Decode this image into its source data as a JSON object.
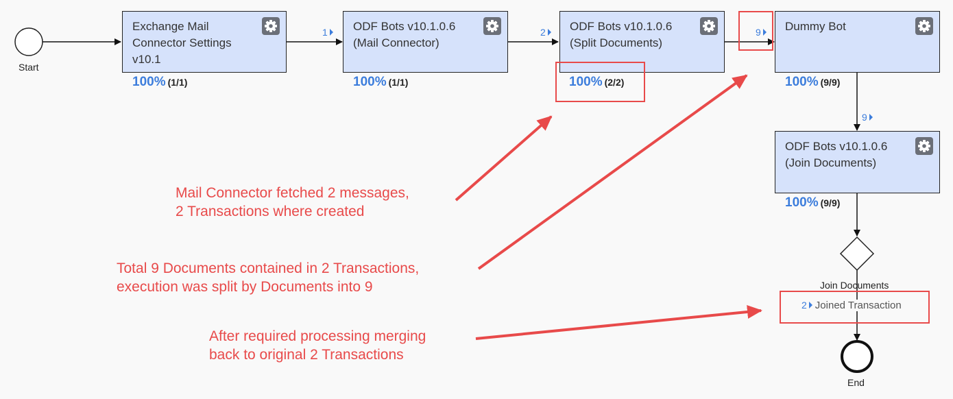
{
  "events": {
    "start_label": "Start",
    "end_label": "End"
  },
  "nodes": [
    {
      "title_lines": [
        "Exchange Mail",
        "Connector Settings",
        "v10.1"
      ],
      "percent": "100%",
      "fraction": "(1/1)"
    },
    {
      "title_lines": [
        "ODF Bots v10.1.0.6",
        "(Mail Connector)"
      ],
      "percent": "100%",
      "fraction": "(1/1)"
    },
    {
      "title_lines": [
        "ODF Bots v10.1.0.6",
        "(Split Documents)"
      ],
      "percent": "100%",
      "fraction": "(2/2)"
    },
    {
      "title_lines": [
        "Dummy Bot"
      ],
      "percent": "100%",
      "fraction": "(9/9)"
    },
    {
      "title_lines": [
        "ODF Bots v10.1.0.6",
        "(Join Documents)"
      ],
      "percent": "100%",
      "fraction": "(9/9)"
    }
  ],
  "flow_counts": {
    "mail_to_mailconnector": "1",
    "mailconnector_to_split": "2",
    "split_to_dummy": "9",
    "dummy_to_join": "9",
    "gateway_to_end": "2"
  },
  "gateway": {
    "label": "Join Documents",
    "joined_label": "Joined Transaction"
  },
  "annotations": {
    "mail_connector": [
      "Mail Connector fetched 2 messages,",
      "2 Transactions where created"
    ],
    "split": [
      "Total 9 Documents contained in 2 Transactions,",
      "execution was split by Documents into 9"
    ],
    "merge": [
      "After required processing merging",
      "back to original 2 Transactions"
    ]
  },
  "colors": {
    "node_fill": "#d6e2fb",
    "percent_blue": "#3c7ddc",
    "annotation_red": "#e84a4a",
    "gear_gray": "#6b6f78"
  }
}
